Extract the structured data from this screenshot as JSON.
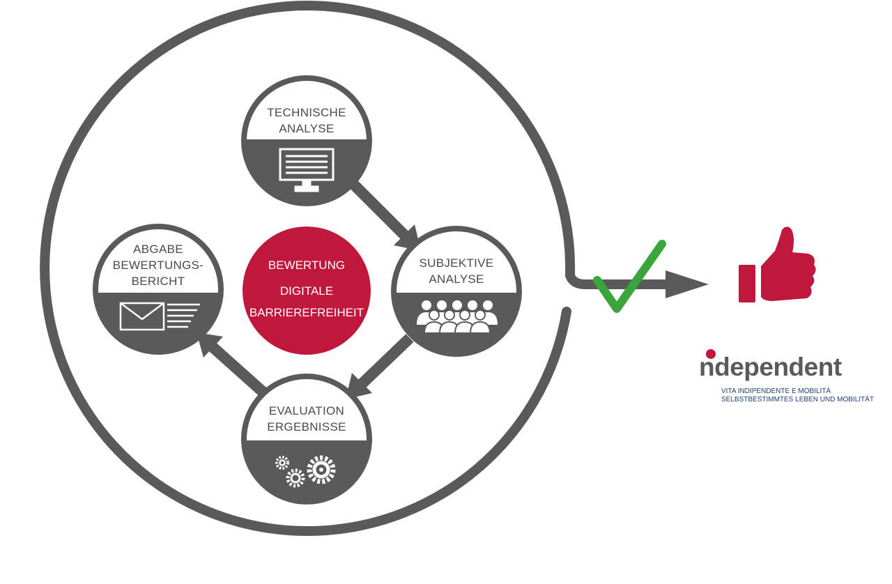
{
  "nodes": {
    "technical": {
      "line1": "TECHNISCHE",
      "line2": "ANALYSE",
      "icon": "monitor-icon"
    },
    "subjective": {
      "line1": "SUBJEKTIVE",
      "line2": "ANALYSE",
      "icon": "users-icon"
    },
    "evaluation": {
      "line1": "EVALUATION",
      "line2": "ERGEBNISSE",
      "icon": "gears-icon"
    },
    "report": {
      "line1": "ABGABE",
      "line2": "BEWERTUNGS-",
      "line3": "BERICHT",
      "icon": "letter-document-icon"
    }
  },
  "center": {
    "line1": "BEWERTUNG",
    "line2": "DIGITALE",
    "line3": "BARRIEREFREIHEIT"
  },
  "logo": {
    "word": "ndependent",
    "sub1": "VITA INDIPENDENTE E MOBILITÀ",
    "sub2": "SELBSTBESTIMMTES LEBEN UND MOBILITÄT"
  },
  "colors": {
    "gray": "#5a5a5a",
    "crimson": "#c0183c",
    "green": "#3aa53a",
    "white": "#ffffff"
  }
}
